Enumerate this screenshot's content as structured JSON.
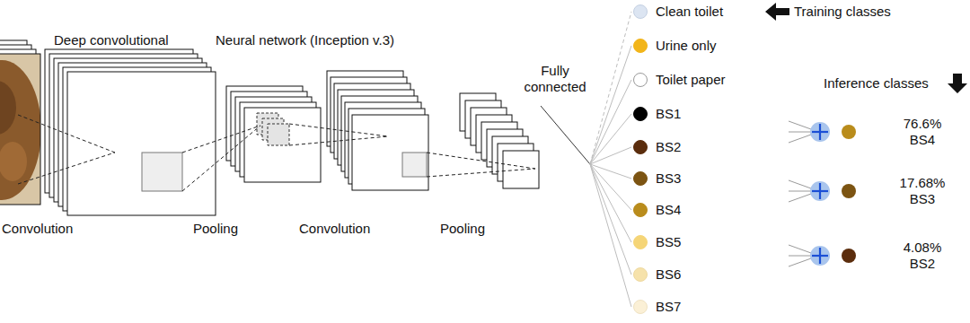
{
  "diagram": {
    "nodes": [
      {
        "text": [
          "Clean toilet"
        ]
      },
      {
        "text": [
          "Urine only"
        ]
      },
      {
        "text": [
          "Toilet paper"
        ]
      },
      {
        "text": [
          "BS1"
        ]
      },
      {
        "text": [
          "BS2"
        ]
      },
      {
        "text": [
          "BS3"
        ]
      },
      {
        "text": [
          "BS4"
        ]
      },
      {
        "text": [
          "BS5"
        ]
      },
      {
        "text": [
          "BS6"
        ]
      },
      {
        "text": [
          "BS7"
        ]
      },
      {
        "text": [
          "76.6% BS4"
        ]
      },
      {
        "text": [
          "17.68% BS3"
        ]
      },
      {
        "text": [
          "4.08% BS2"
        ]
      }
    ],
    "labels": [
      "Deep convolutional",
      "Neural network (Inception v.3)",
      "Convolution",
      "Pooling",
      "Convolution",
      "Pooling",
      "Fully connected",
      "Training classes",
      "Inference classes"
    ]
  }
}
